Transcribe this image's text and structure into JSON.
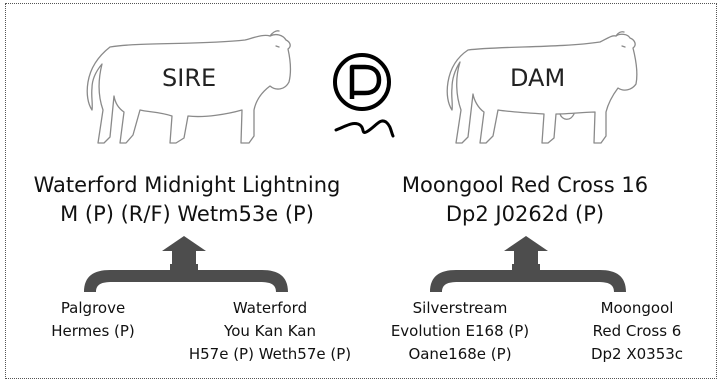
{
  "sire": {
    "label": "SIRE",
    "name_line1": "Waterford Midnight Lightning",
    "name_line2": "M (P) (R/F) Wetm53e (P)"
  },
  "dam": {
    "label": "DAM",
    "name_line1": "Moongool Red Cross 16",
    "name_line2": "Dp2 J0262d (P)"
  },
  "polled_symbol": {
    "icon": "polled-p-circle-icon"
  },
  "ancestors": {
    "sire_sire": {
      "lines": [
        "Palgrove",
        "Hermes (P)"
      ]
    },
    "sire_dam": {
      "lines": [
        "Waterford",
        "You Kan Kan",
        "H57e (P) Weth57e (P)"
      ]
    },
    "dam_sire": {
      "lines": [
        "Silverstream",
        "Evolution E168 (P)",
        "Oane168e (P)"
      ]
    },
    "dam_dam": {
      "lines": [
        "Moongool",
        "Red Cross 6",
        "Dp2 X0353c"
      ]
    }
  },
  "colors": {
    "bracket": "#4d4d4d",
    "outline": "#7a7a7a",
    "text": "#111111"
  }
}
